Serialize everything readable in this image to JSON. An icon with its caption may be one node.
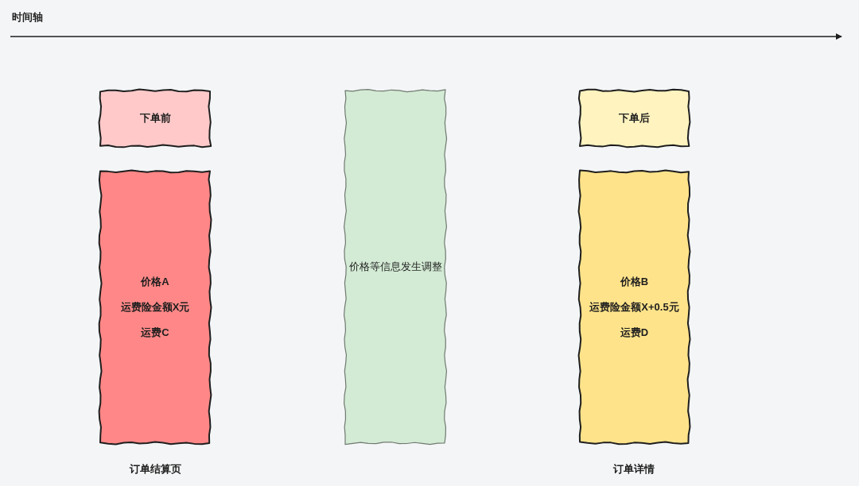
{
  "diagram": {
    "nodes": [
      {
        "text": [
          "下单前"
        ]
      },
      {
        "text": [
          "价格A",
          "运费险金额X元",
          "运费C"
        ],
        "beside": [
          "订单结算页"
        ]
      },
      {
        "text": [
          "价格等信息发生调整"
        ]
      },
      {
        "text": [
          "下单后"
        ]
      },
      {
        "text": [
          "价格B",
          "运费险金额X+0.5元",
          "运费D"
        ],
        "beside": [
          "订单详情"
        ]
      }
    ],
    "labels": [
      "时间轴"
    ]
  }
}
